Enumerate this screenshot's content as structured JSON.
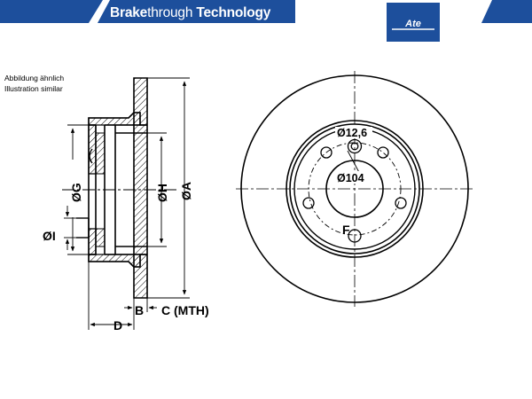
{
  "header": {
    "brand_bold": "Brake",
    "brand_light": "through ",
    "brand_tech": "Technology",
    "logo_text": "Ate",
    "colors": {
      "blue": "#1d4f9c",
      "white": "#ffffff",
      "line": "#000000"
    }
  },
  "notes": {
    "line1": "Abbildung ähnlich",
    "line2": "Illustration similar"
  },
  "labels": {
    "G": "ØG",
    "H": "ØH",
    "A": "ØA",
    "I": "ØI",
    "B": "B",
    "C": "C (MTH)",
    "D": "D",
    "hole_dia": "Ø12,6",
    "pcd": "Ø104",
    "F": "F"
  }
}
